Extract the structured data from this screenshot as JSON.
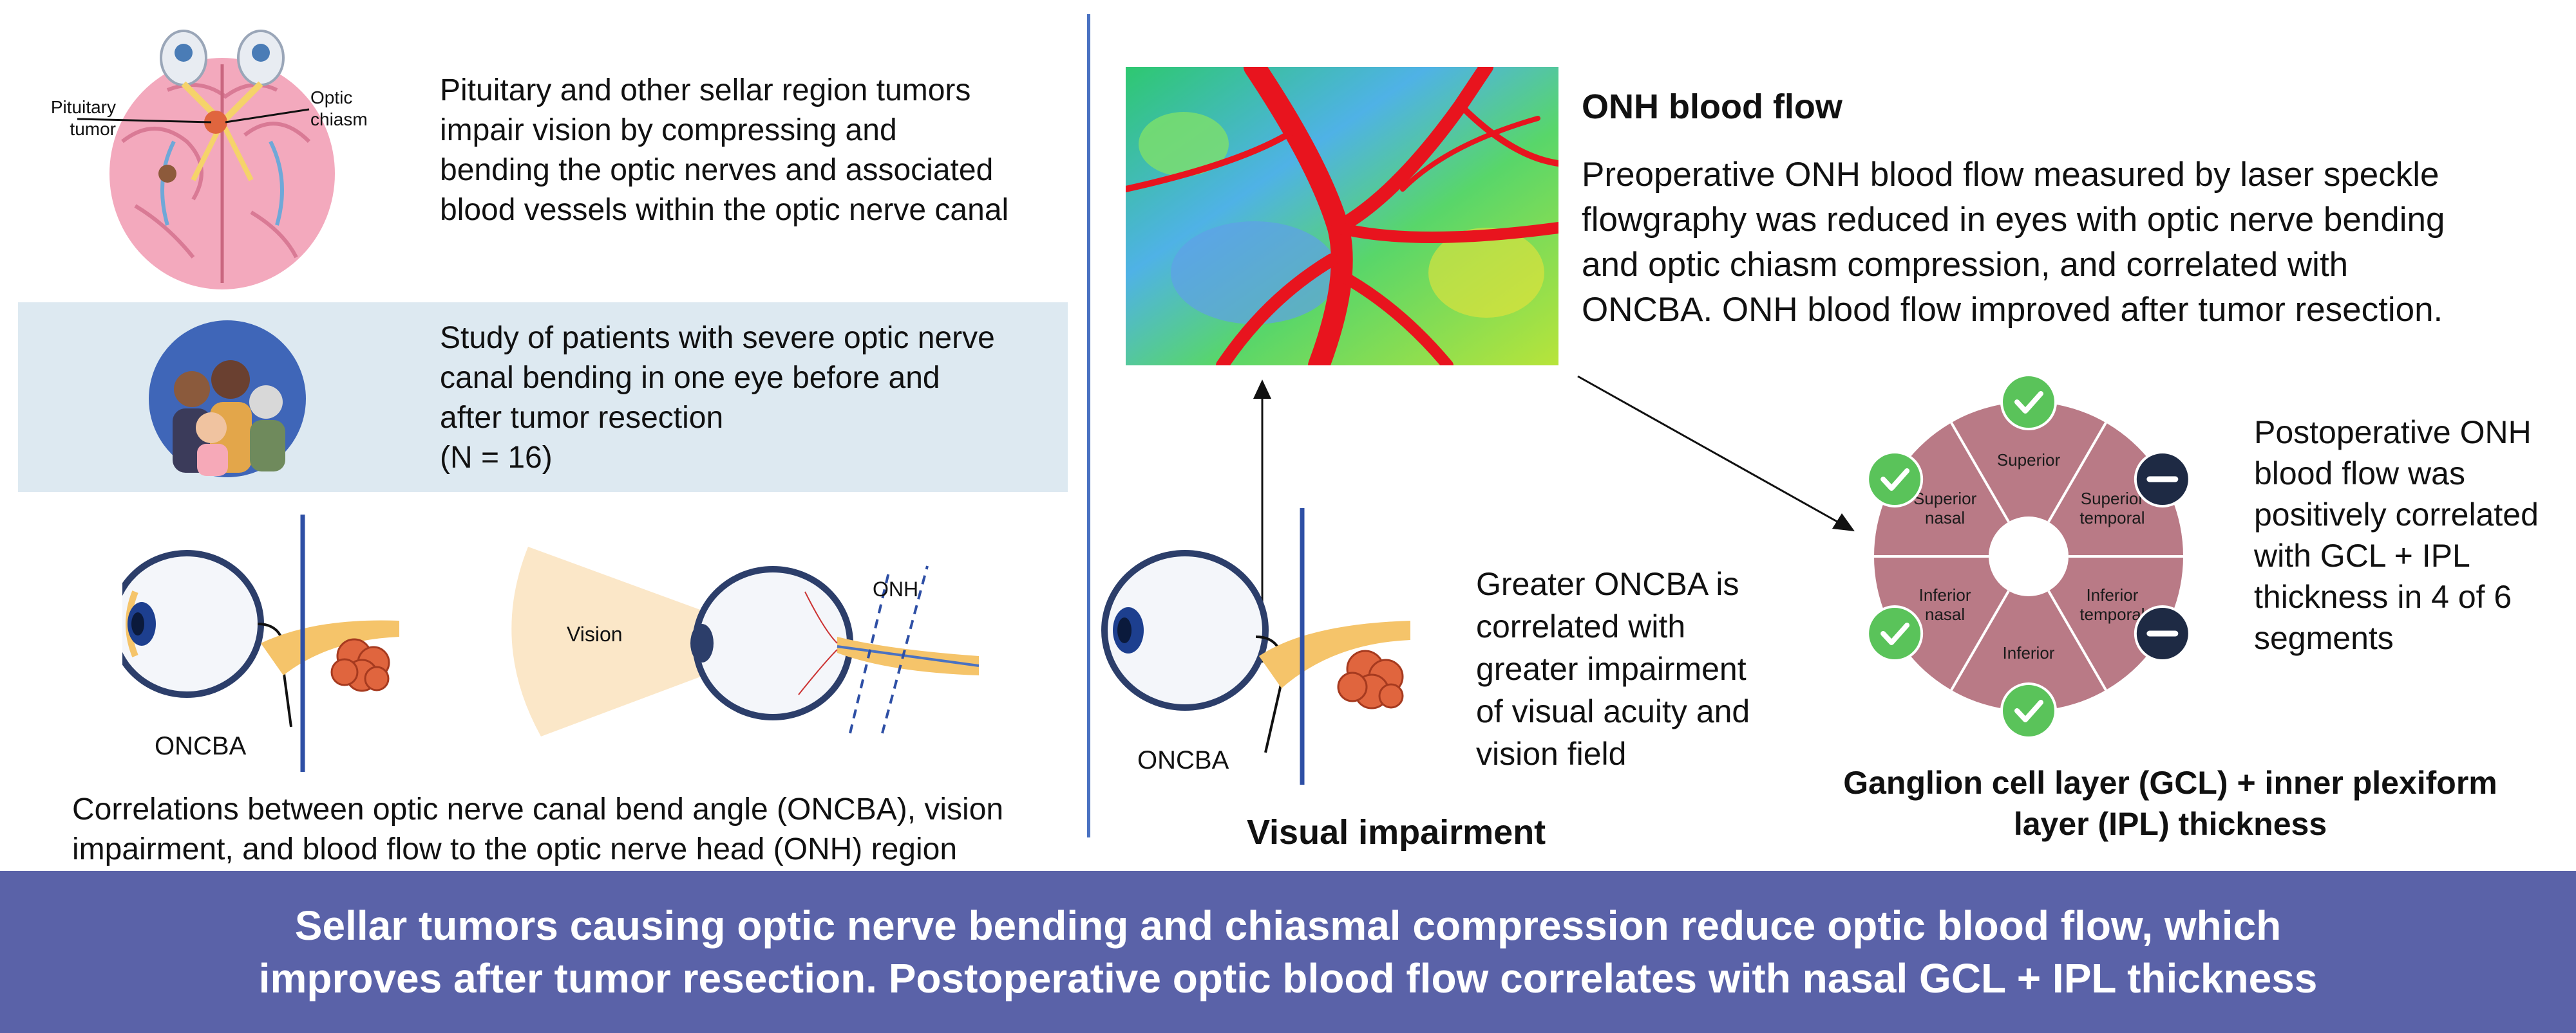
{
  "left": {
    "brain_labels": {
      "pituitary": "Pituitary\ntumor",
      "chiasm": "Optic\nchiasm"
    },
    "intro_text": "Pituitary and other sellar region tumors\nimpair vision by compressing and\nbending the optic nerves and associated\nblood vessels within the optic nerve canal",
    "study_text": "Study of patients with severe optic nerve\ncanal bending in one eye before and\nafter tumor resection\n(N = 16)",
    "eye_label_oncba": "ONCBA",
    "vision_label": "Vision",
    "onh_label": "ONH",
    "caption": "Correlations between optic nerve canal bend angle (ONCBA), vision\nimpairment, and blood flow to the optic nerve head (ONH) region"
  },
  "middle": {
    "eye_label_oncba": "ONCBA",
    "correlation_text": "Greater ONCBA is\ncorrelated with\ngreater impairment\nof visual acuity and\nvision field",
    "heading": "Visual impairment"
  },
  "right": {
    "title": "ONH blood flow",
    "description": "Preoperative ONH blood flow measured by laser speckle\nflowgraphy was reduced in eyes with optic nerve bending\nand optic chiasm compression, and correlated with\nONCBA. ONH blood flow improved after tumor resection.",
    "post_text": "Postoperative ONH\nblood flow was\npositively correlated\nwith GCL + IPL\nthickness in 4 of 6\nsegments",
    "ring_caption": "Ganglion cell layer (GCL) + inner plexiform\nlayer (IPL) thickness",
    "segments": [
      {
        "label": "Superior",
        "status": "positive"
      },
      {
        "label": "Superior\ntemporal",
        "status": "none"
      },
      {
        "label": "Inferior\ntemporal",
        "status": "none"
      },
      {
        "label": "Inferior",
        "status": "positive"
      },
      {
        "label": "Inferior\nnasal",
        "status": "positive"
      },
      {
        "label": "Superior\nnasal",
        "status": "positive"
      }
    ]
  },
  "footer": {
    "text": "Sellar tumors causing optic nerve bending and chiasmal compression reduce optic blood flow, which\nimproves after tumor resection. Postoperative optic blood flow correlates with nasal GCL + IPL thickness"
  },
  "colors": {
    "band": "#dde9f1",
    "divider": "#4a72c2",
    "footer": "#5a62a8",
    "ring": "#b97a86",
    "check": "#5ac35a",
    "minus": "#1e2a44",
    "nerve": "#f5c46a",
    "tumor": "#e0653e"
  }
}
